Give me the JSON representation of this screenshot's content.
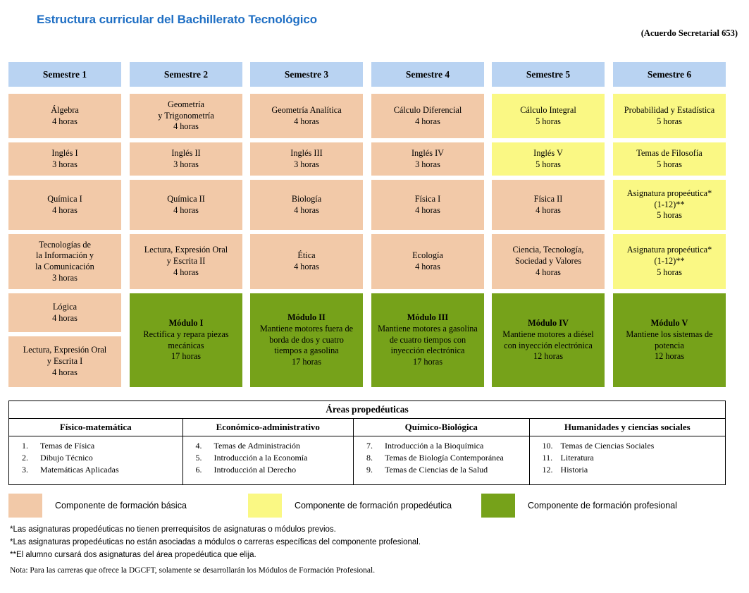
{
  "header": {
    "title": "Estructura curricular del Bachillerato Tecnológico",
    "agreement": "(Acuerdo Secretarial 653)",
    "title_color": "#1F6FC4"
  },
  "colors": {
    "semester_header": "#B9D3F2",
    "basica": "#F2C9A8",
    "propedeutica": "#FAF884",
    "profesional": "#76A21A"
  },
  "semesters": [
    {
      "label": "Semestre 1",
      "cells": [
        {
          "type": "basica",
          "lines": [
            "Álgebra",
            "4 horas"
          ]
        },
        {
          "type": "basica",
          "lines": [
            "Inglés I",
            "3 horas"
          ]
        },
        {
          "type": "basica",
          "lines": [
            "Química I",
            "4 horas"
          ]
        },
        {
          "type": "basica",
          "lines": [
            "Tecnologías de",
            "la Información y",
            "la Comunicación",
            "3 horas"
          ]
        },
        {
          "type": "basica",
          "lines": [
            "Lógica",
            "4 horas"
          ]
        },
        {
          "type": "basica",
          "lines": [
            "Lectura, Expresión Oral",
            "y Escrita I",
            "4 horas"
          ]
        }
      ]
    },
    {
      "label": "Semestre 2",
      "cells": [
        {
          "type": "basica",
          "lines": [
            "Geometría",
            "y Trigonometría",
            "4 horas"
          ]
        },
        {
          "type": "basica",
          "lines": [
            "Inglés II",
            "3 horas"
          ]
        },
        {
          "type": "basica",
          "lines": [
            "Química II",
            "4 horas"
          ]
        },
        {
          "type": "basica",
          "lines": [
            "Lectura, Expresión Oral",
            "y Escrita II",
            "4 horas"
          ]
        },
        {
          "type": "profesional",
          "title": "Módulo I",
          "lines": [
            "Rectifica y repara piezas",
            "mecánicas",
            "17 horas"
          ]
        }
      ]
    },
    {
      "label": "Semestre 3",
      "cells": [
        {
          "type": "basica",
          "lines": [
            "Geometría Analítica",
            "4 horas"
          ]
        },
        {
          "type": "basica",
          "lines": [
            "Inglés III",
            "3 horas"
          ]
        },
        {
          "type": "basica",
          "lines": [
            "Biología",
            "4 horas"
          ]
        },
        {
          "type": "basica",
          "lines": [
            "Ética",
            "4 horas"
          ]
        },
        {
          "type": "profesional",
          "title": "Módulo II",
          "lines": [
            "Mantiene motores fuera de",
            "borda de dos y cuatro",
            "tiempos a gasolina",
            "17 horas"
          ]
        }
      ]
    },
    {
      "label": "Semestre 4",
      "cells": [
        {
          "type": "basica",
          "lines": [
            "Cálculo Diferencial",
            "4 horas"
          ]
        },
        {
          "type": "basica",
          "lines": [
            "Inglés IV",
            "3 horas"
          ]
        },
        {
          "type": "basica",
          "lines": [
            "Física I",
            "4 horas"
          ]
        },
        {
          "type": "basica",
          "lines": [
            "Ecología",
            "4 horas"
          ]
        },
        {
          "type": "profesional",
          "title": "Módulo III",
          "lines": [
            "Mantiene motores a gasolina",
            "de cuatro tiempos con",
            "inyección electrónica",
            "17 horas"
          ]
        }
      ]
    },
    {
      "label": "Semestre 5",
      "cells": [
        {
          "type": "propedeutica",
          "lines": [
            "Cálculo Integral",
            "5 horas"
          ]
        },
        {
          "type": "propedeutica",
          "lines": [
            "Inglés V",
            "5 horas"
          ]
        },
        {
          "type": "basica",
          "lines": [
            "Física II",
            "4 horas"
          ]
        },
        {
          "type": "basica",
          "lines": [
            "Ciencia, Tecnología,",
            "Sociedad y Valores",
            "4 horas"
          ]
        },
        {
          "type": "profesional",
          "title": "Módulo IV",
          "lines": [
            "Mantiene motores a diésel",
            "con inyección electrónica",
            "12 horas"
          ]
        }
      ]
    },
    {
      "label": "Semestre 6",
      "cells": [
        {
          "type": "propedeutica",
          "lines": [
            "Probabilidad y Estadística",
            "5 horas"
          ]
        },
        {
          "type": "propedeutica",
          "lines": [
            "Temas de Filosofía",
            "5 horas"
          ]
        },
        {
          "type": "propedeutica",
          "lines": [
            "Asignatura propeéutica*",
            "(1-12)**",
            "5 horas"
          ]
        },
        {
          "type": "propedeutica",
          "lines": [
            "Asignatura propeéutica*",
            "(1-12)**",
            "5 horas"
          ]
        },
        {
          "type": "profesional",
          "title": "Módulo V",
          "lines": [
            "Mantiene los sistemas de",
            "potencia",
            "12 horas"
          ]
        }
      ]
    }
  ],
  "areas": {
    "title": "Áreas propedéuticas",
    "columns": [
      {
        "heading": "Físico-matemática",
        "items": [
          {
            "num": "1.",
            "label": "Temas de Física"
          },
          {
            "num": "2.",
            "label": "Dibujo Técnico"
          },
          {
            "num": "3.",
            "label": "Matemáticas Aplicadas"
          }
        ]
      },
      {
        "heading": "Económico-administrativo",
        "items": [
          {
            "num": "4.",
            "label": "Temas de Administración"
          },
          {
            "num": "5.",
            "label": "Introducción a la Economía"
          },
          {
            "num": "6.",
            "label": "Introducción al Derecho"
          }
        ]
      },
      {
        "heading": "Químico-Biológica",
        "items": [
          {
            "num": "7.",
            "label": "Introducción a la Bioquímica"
          },
          {
            "num": "8.",
            "label": "Temas de Biología Contemporánea"
          },
          {
            "num": "9.",
            "label": "Temas de Ciencias de la Salud"
          }
        ]
      },
      {
        "heading": "Humanidades y ciencias sociales",
        "items": [
          {
            "num": "10.",
            "label": "Temas de Ciencias Sociales"
          },
          {
            "num": "11.",
            "label": "Literatura"
          },
          {
            "num": "12.",
            "label": "Historia"
          }
        ]
      }
    ]
  },
  "legend": [
    {
      "color": "#F2C9A8",
      "label": "Componente de formación básica"
    },
    {
      "color": "#FAF884",
      "label": "Componente de formación propedéutica"
    },
    {
      "color": "#76A21A",
      "label": "Componente de formación profesional"
    }
  ],
  "footnotes": [
    "*Las asignaturas propedéuticas no tienen prerrequisitos de asignaturas o módulos previos.",
    "*Las asignaturas propedéuticas no están asociadas a módulos o carreras específicas del componente profesional.",
    "**El alumno cursará dos asignaturas del área propedéutica que elija."
  ],
  "nota": "Nota: Para las carreras que ofrece la DGCFT, solamente se desarrollarán los Módulos de Formación Profesional."
}
